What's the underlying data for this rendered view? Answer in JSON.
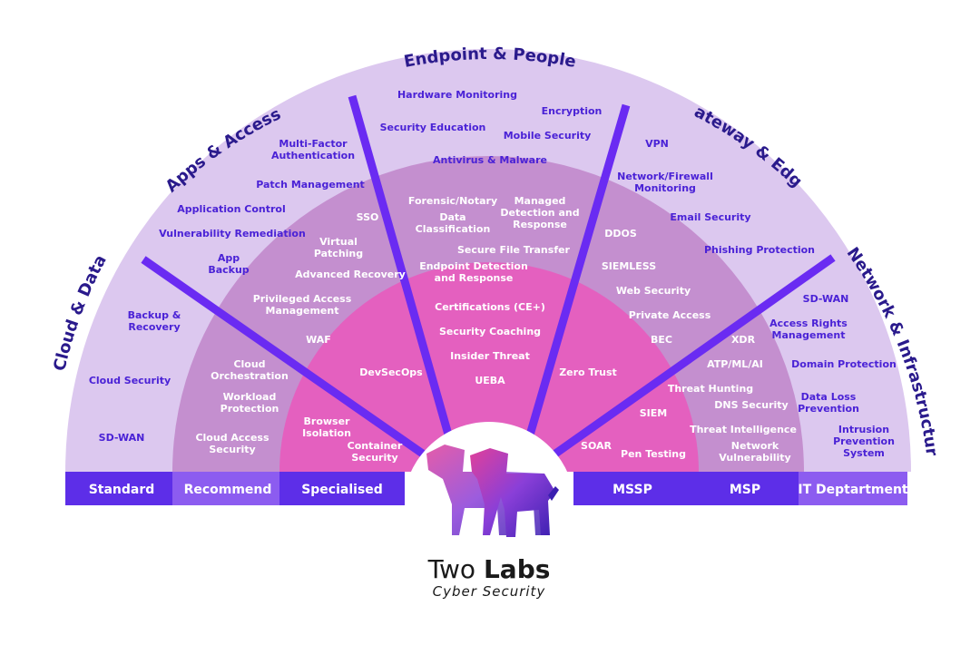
{
  "colors": {
    "outer_ring": "#dcc8ef",
    "middle_ring": "#c48fcf",
    "inner_ring": "#e460bf",
    "center_disc": "#ffffff",
    "divider": "#6a2bf2",
    "bar_dark": "#5d2ee8",
    "bar_light": "#8c5cf0",
    "outer_text": "#4a22d6",
    "inner_text": "#ffffff",
    "segment_title": "#2a1a8c"
  },
  "segments": {
    "cloud_data": "Cloud & Data",
    "apps_access": "Apps & Access",
    "endpoint_people": "Endpoint & People",
    "gateway_edge": "Gateway & Edge",
    "network_infra": "Network & Infrastructure"
  },
  "tiers": {
    "standard": "Standard",
    "recommend": "Recommend",
    "specialised": "Specialised",
    "mssp": "MSSP",
    "msp": "MSP",
    "it_department": "IT Deptartment"
  },
  "brand": {
    "name_light": "Two ",
    "name_bold": "Labs",
    "tagline": "Cyber Security"
  },
  "labels": {
    "backup_recovery": [
      "Backup &",
      "Recovery"
    ],
    "cloud_security": [
      "Cloud Security"
    ],
    "sdwan_left": [
      "SD-WAN"
    ],
    "cloud_orchestration": [
      "Cloud",
      "Orchestration"
    ],
    "workload_protection": [
      "Workload",
      "Protection"
    ],
    "cloud_access_security": [
      "Cloud Access",
      "Security"
    ],
    "browser_isolation": [
      "Browser",
      "Isolation"
    ],
    "container_security": [
      "Container",
      "Security"
    ],
    "devsecops": [
      "DevSecOps"
    ],
    "multi_factor": [
      "Multi-Factor",
      "Authentication"
    ],
    "patch_management": [
      "Patch Management"
    ],
    "application_control": [
      "Application Control"
    ],
    "vulnerability_remediation": [
      "Vulnerability Remediation"
    ],
    "app_backup": [
      "App",
      "Backup"
    ],
    "sso": [
      "SSO"
    ],
    "virtual_patching": [
      "Virtual",
      "Patching"
    ],
    "advanced_recovery": [
      "Advanced Recovery"
    ],
    "privileged_access": [
      "Privileged Access",
      "Management"
    ],
    "waf": [
      "WAF"
    ],
    "hardware_monitoring": [
      "Hardware Monitoring"
    ],
    "encryption": [
      "Encryption"
    ],
    "security_education": [
      "Security Education"
    ],
    "mobile_security": [
      "Mobile Security"
    ],
    "antivirus_malware": [
      "Antivirus & Malware"
    ],
    "forensic_notary": [
      "Forensic/Notary"
    ],
    "data_classification": [
      "Data",
      "Classification"
    ],
    "managed_detection": [
      "Managed",
      "Detection and",
      "Response"
    ],
    "secure_file_transfer": [
      "Secure File Transfer"
    ],
    "endpoint_detection": [
      "Endpoint Detection",
      "and Response"
    ],
    "certifications": [
      "Certifications (CE+)"
    ],
    "security_coaching": [
      "Security Coaching"
    ],
    "insider_threat": [
      "Insider Threat"
    ],
    "ueba": [
      "UEBA"
    ],
    "vpn": [
      "VPN"
    ],
    "network_firewall": [
      "Network/Firewall",
      "Monitoring"
    ],
    "email_security": [
      "Email Security"
    ],
    "phishing_protection": [
      "Phishing Protection"
    ],
    "ddos": [
      "DDOS"
    ],
    "siemless": [
      "SIEMLESS"
    ],
    "web_security": [
      "Web Security"
    ],
    "private_access": [
      "Private Access"
    ],
    "bec": [
      "BEC"
    ],
    "zero_trust": [
      "Zero Trust"
    ],
    "siem": [
      "SIEM"
    ],
    "soar": [
      "SOAR"
    ],
    "pen_testing": [
      "Pen Testing"
    ],
    "sdwan_right": [
      "SD-WAN"
    ],
    "access_rights": [
      "Access Rights",
      "Management"
    ],
    "domain_protection": [
      "Domain Protection"
    ],
    "data_loss": [
      "Data Loss",
      "Prevention"
    ],
    "intrusion_prevention": [
      "Intrusion",
      "Prevention",
      "System"
    ],
    "xdr": [
      "XDR"
    ],
    "atp_ml_ai": [
      "ATP/ML/AI"
    ],
    "threat_hunting": [
      "Threat Hunting"
    ],
    "dns_security": [
      "DNS Security"
    ],
    "threat_intelligence": [
      "Threat Intelligence"
    ],
    "network_vulnerability": [
      "Network",
      "Vulnerability"
    ]
  }
}
